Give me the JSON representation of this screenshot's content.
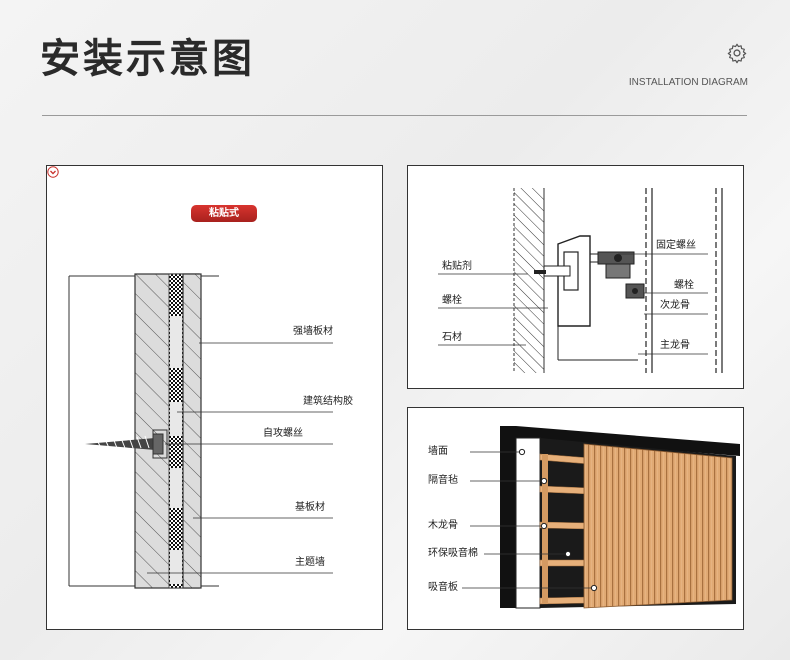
{
  "header": {
    "title": "安装示意图",
    "subtitle": "INSTALLATION DIAGRAM",
    "icon": "gear-icon"
  },
  "adhesive_diagram": {
    "badge": "粘贴式",
    "labels": [
      "强墙板材",
      "建筑结构胶",
      "自攻螺丝",
      "基板材",
      "主题墙"
    ]
  },
  "bracket_diagram": {
    "labels_left": [
      "粘贴剂",
      "螺栓",
      "石材"
    ],
    "labels_right": [
      "固定螺丝",
      "螺栓",
      "次龙骨",
      "主龙骨"
    ]
  },
  "panel_diagram": {
    "labels": [
      "墙面",
      "隔音毡",
      "木龙骨",
      "环保吸音棉",
      "吸音板"
    ]
  },
  "colors": {
    "badge_red": "#c8302b",
    "wood": "#d9a06a",
    "dark": "#1a1a1a"
  }
}
